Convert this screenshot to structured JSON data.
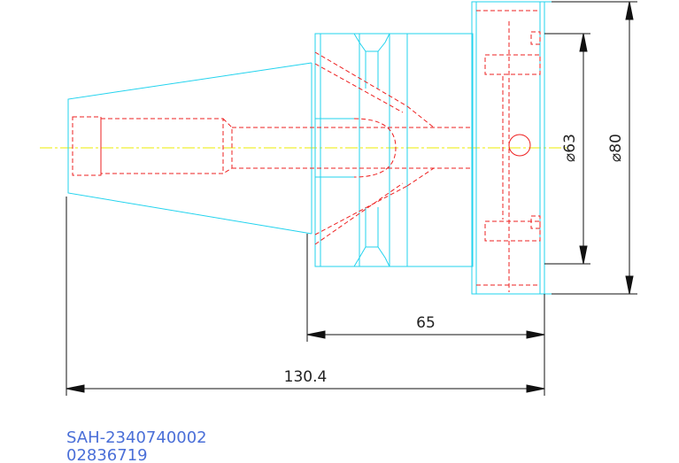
{
  "colors": {
    "outline": "#22d3ee",
    "hidden": "#ee2020",
    "centerline": "#eeee00",
    "dimension": "#111111",
    "code": "#4a6fd8"
  },
  "dimensions": {
    "flange_diameter": "⌀80",
    "bolt_circle_diameter": "⌀63",
    "shank_length": "65",
    "overall_length": "130.4"
  },
  "part": {
    "code": "SAH-2340740002",
    "number": "02836719"
  }
}
